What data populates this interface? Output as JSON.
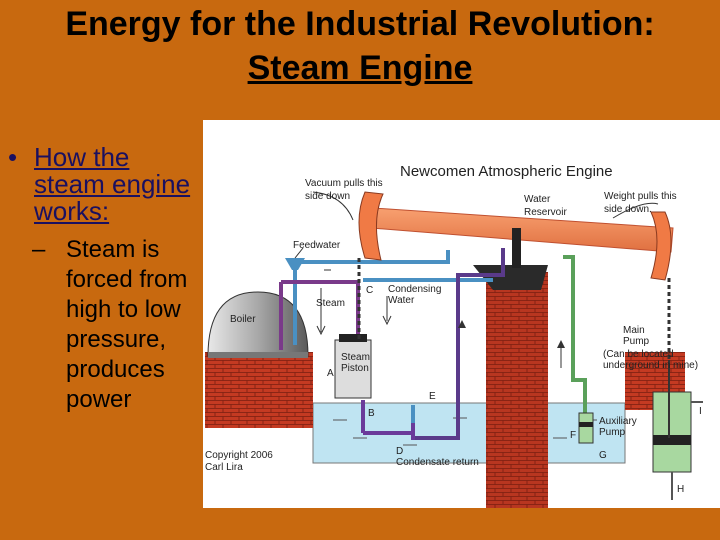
{
  "slide": {
    "title_line1": "Energy for the Industrial Revolution:",
    "title_line2": "Steam Engine",
    "bullet1": "How the steam engine works:",
    "bullet2": "Steam is forced from high to low pressure, produces power"
  },
  "diagram": {
    "title": "Newcomen Atmospheric Engine",
    "vacuum_line1": "Vacuum pulls this",
    "vacuum_line2": "side down",
    "weight_line1": "Weight pulls this",
    "weight_line2": "side down.",
    "water_reservoir_line1": "Water",
    "water_reservoir_line2": "Reservoir",
    "feedwater": "Feedwater",
    "condensing_line1": "Condensing",
    "condensing_line2": "Water",
    "boiler": "Boiler",
    "steam": "Steam",
    "steam_piston_line1": "Steam",
    "steam_piston_line2": "Piston",
    "main_pump_line1": "Main",
    "main_pump_line2": "Pump",
    "main_pump_line3": "(Can be located",
    "main_pump_line4": "underground in mine)",
    "aux_pump_line1": "Auxiliary",
    "aux_pump_line2": "Pump",
    "condensate_return": "Condensate return",
    "copyright_line1": "Copyright 2006",
    "copyright_line2": "Carl Lira",
    "letter_a": "A",
    "letter_b": "B",
    "letter_c": "C",
    "letter_d": "D",
    "letter_e": "E",
    "letter_f": "F",
    "letter_g": "G",
    "letter_h": "H",
    "letter_i": "I"
  }
}
